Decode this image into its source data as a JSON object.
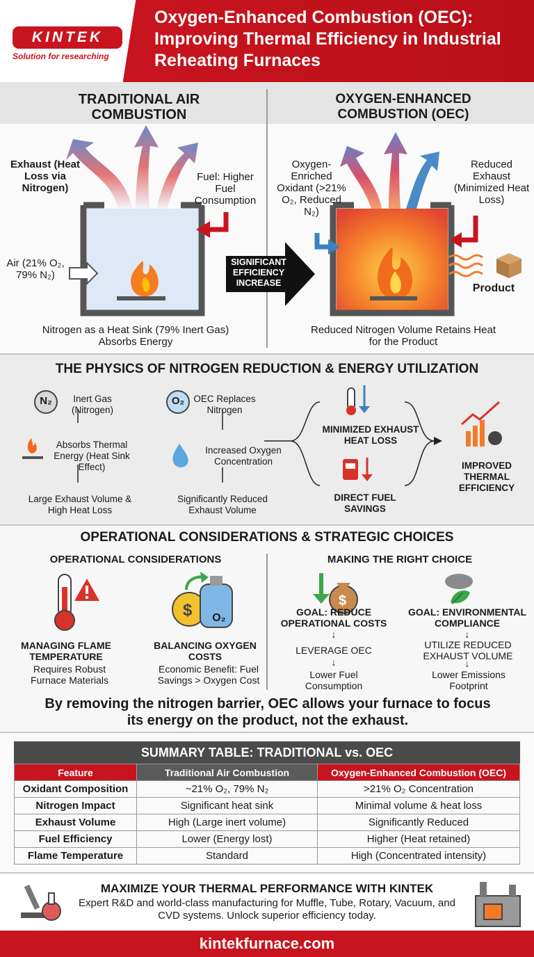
{
  "header": {
    "logo": "KINTEK",
    "tagline": "Solution for researching",
    "title": "Oxygen-Enhanced Combustion (OEC): Improving Thermal Efficiency in Industrial Reheating Furnaces"
  },
  "comparison": {
    "left": {
      "heading": "TRADITIONAL AIR COMBUSTION",
      "exhaust": "Exhaust (Heat Loss via Nitrogen)",
      "fuel": "Fuel: Higher Fuel Consumption",
      "air": "Air (21% O₂, 79% N₂)",
      "caption": "Nitrogen as a Heat Sink (79% Inert Gas) Absorbs Energy"
    },
    "arrow": "SIGNIFICANT EFFICIENCY INCREASE",
    "right": {
      "heading": "OXYGEN-ENHANCED COMBUSTION (OEC)",
      "oxidant": "Oxygen-Enriched Oxidant (>21% O₂, Reduced N₂)",
      "exhaust": "Reduced Exhaust (Minimized Heat Loss)",
      "product": "Product",
      "caption": "Reduced Nitrogen Volume Retains Heat for the Product"
    }
  },
  "physics": {
    "heading": "THE PHYSICS OF NITROGEN REDUCTION & ENERGY UTILIZATION",
    "n2_symbol": "N₂",
    "n2_label": "Inert Gas (Nitrogen)",
    "absorbs": "Absorbs Thermal Energy (Heat Sink Effect)",
    "large_exhaust": "Large Exhaust Volume & High Heat Loss",
    "o2_symbol": "O₂",
    "o2_label": "OEC Replaces Nitrogen",
    "increased": "Increased Oxygen Concentration",
    "reduced": "Significantly Reduced Exhaust Volume",
    "min_exhaust": "MINIMIZED EXHAUST HEAT LOSS",
    "fuel_savings": "DIRECT FUEL SAVINGS",
    "improved": "IMPROVED THERMAL EFFICIENCY"
  },
  "operational": {
    "heading": "OPERATIONAL CONSIDERATIONS & STRATEGIC CHOICES",
    "left_heading": "OPERATIONAL CONSIDERATIONS",
    "flame_title": "MANAGING FLAME TEMPERATURE",
    "flame_text": "Requires Robust Furnace Materials",
    "oxygen_title": "BALANCING OXYGEN COSTS",
    "oxygen_text": "Economic Benefit: Fuel Savings > Oxygen Cost",
    "o2_symbol": "O₂",
    "right_heading": "MAKING THE RIGHT CHOICE",
    "goal1": "GOAL: REDUCE OPERATIONAL COSTS",
    "goal1_step": "LEVERAGE OEC",
    "goal1_result": "Lower Fuel Consumption",
    "goal2": "GOAL: ENVIRONMENTAL COMPLIANCE",
    "goal2_step": "UTILIZE REDUCED EXHAUST VOLUME",
    "goal2_result": "Lower Emissions Footprint"
  },
  "statement": "By removing the nitrogen barrier, OEC allows your furnace to focus its energy on the product, not the exhaust.",
  "table": {
    "title": "SUMMARY TABLE: TRADITIONAL vs. OEC",
    "headers": [
      "Feature",
      "Traditional Air Combustion",
      "Oxygen-Enhanced Combustion (OEC)"
    ],
    "rows": [
      [
        "Oxidant Composition",
        "~21% O₂, 79% N₂",
        ">21% O₂ Concentration"
      ],
      [
        "Nitrogen Impact",
        "Significant heat sink",
        "Minimal volume & heat loss"
      ],
      [
        "Exhaust Volume",
        "High (Large inert volume)",
        "Significantly Reduced"
      ],
      [
        "Fuel Efficiency",
        "Lower (Energy lost)",
        "Higher (Heat retained)"
      ],
      [
        "Flame Temperature",
        "Standard",
        "High (Concentrated intensity)"
      ]
    ]
  },
  "cta": {
    "heading": "MAXIMIZE YOUR THERMAL PERFORMANCE WITH KINTEK",
    "text": "Expert R&D and world-class manufacturing for Muffle, Tube, Rotary, Vacuum, and CVD systems. Unlock superior efficiency today."
  },
  "footer": {
    "url": "kintekfurnace.com"
  },
  "colors": {
    "brand_red": "#c8141f",
    "arrow_blue": "#3b82c4",
    "table_dark": "#4a4a4a"
  }
}
